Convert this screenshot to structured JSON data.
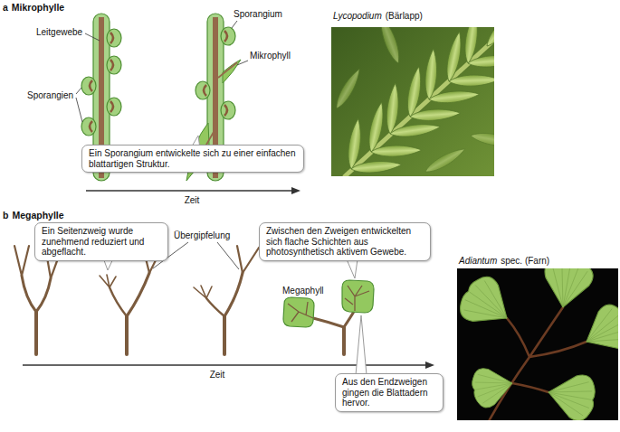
{
  "diagram": {
    "nodes": [
      {
        "text": [
          "Ein Sporangium entwickelte sich zu einer einfachen blattartigen Struktur."
        ]
      },
      {
        "text": [
          "Ein Seitenzweig wurde zunehmend reduziert und abgeflacht."
        ]
      },
      {
        "text": [
          "Zwischen den Zweigen entwickelten sich flache Schichten aus photosynthetisch aktivem Gewebe."
        ]
      },
      {
        "text": [
          "Aus den Endzweigen gingen die Blattadern hervor."
        ]
      }
    ],
    "labels": [
      "a",
      "Mikrophylle",
      "Leitgewebe",
      "Sporangien",
      "Sporangium",
      "Mikrophyll",
      "Zeit",
      "Lycopodium",
      "(Bärlapp)",
      "b",
      "Megaphylle",
      "Übergipfelung",
      "Megaphyll",
      "Zeit",
      "Adiantum",
      "spec. (Farn)"
    ]
  }
}
